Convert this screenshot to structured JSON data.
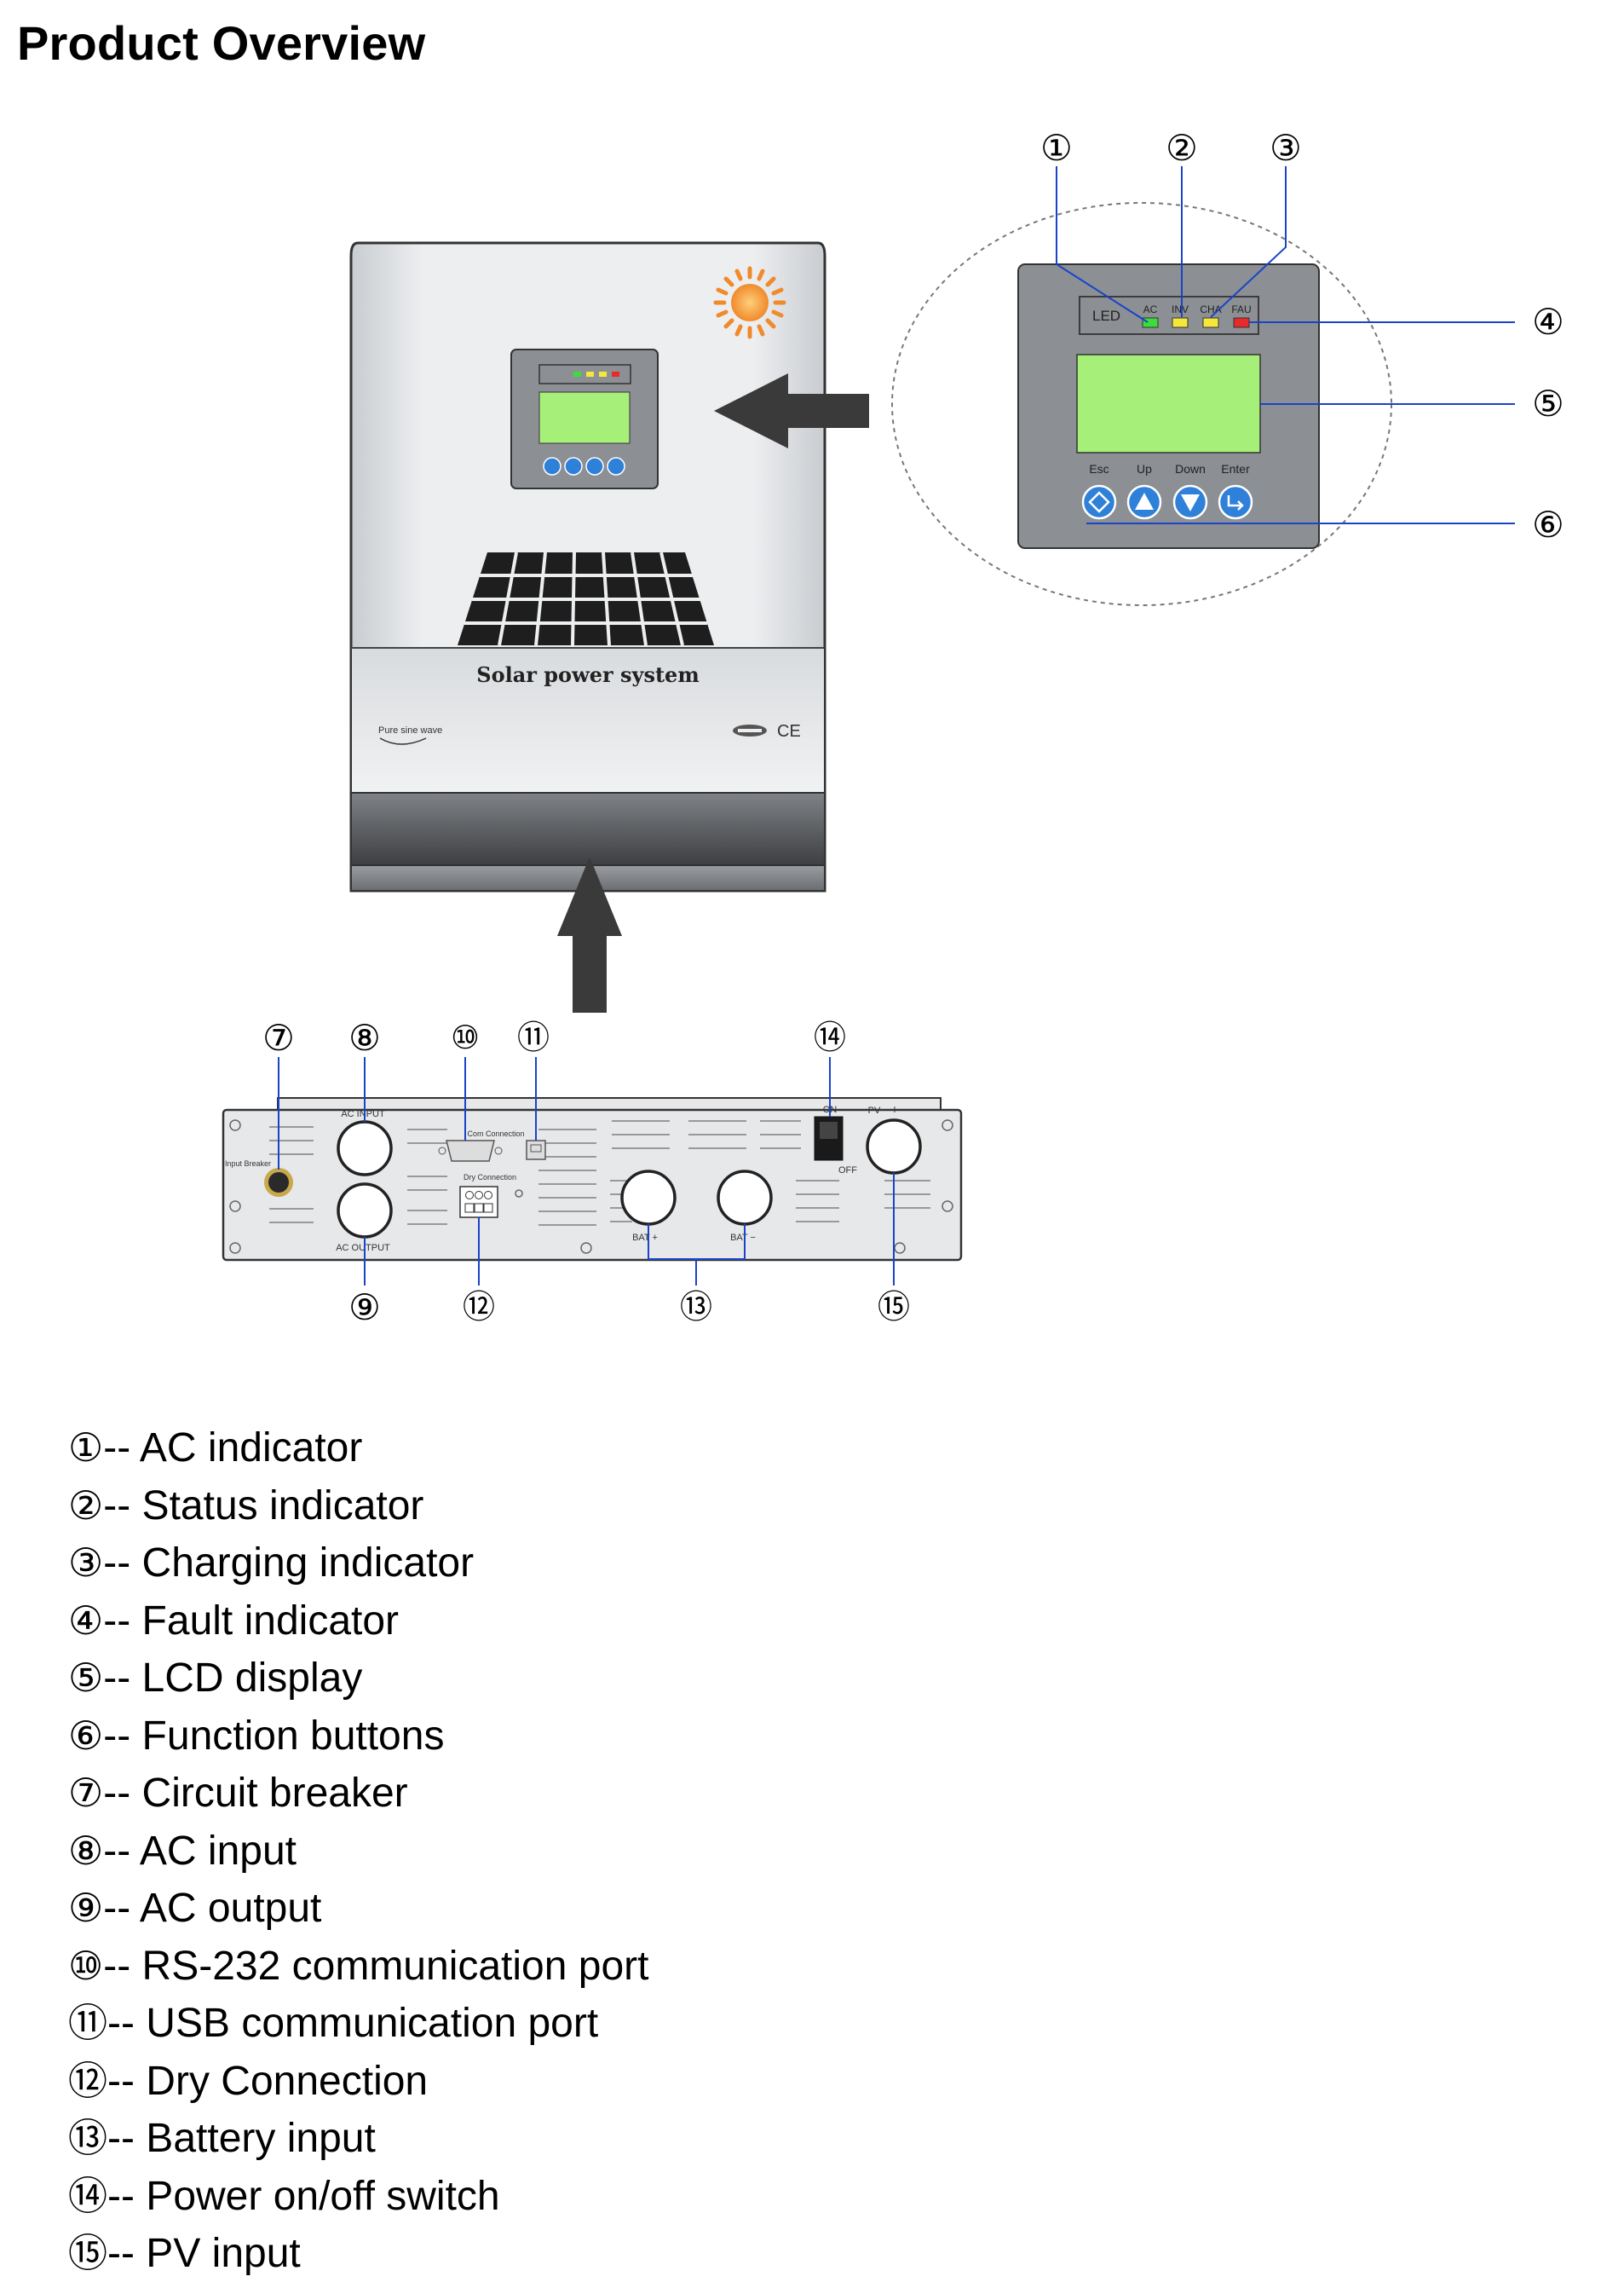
{
  "page": {
    "title": "Product Overview"
  },
  "front_panel": {
    "brand_text": "Solar power system",
    "wave_label": "Pure sine wave",
    "ce_mark": "CE",
    "sun_icon": "sun-icon",
    "solar_panel_icon": "solar-panel-icon"
  },
  "display": {
    "led_label": "LED",
    "indicators": [
      {
        "label": "AC",
        "color": "#3ddc3d"
      },
      {
        "label": "INV",
        "color": "#f5e83a"
      },
      {
        "label": "CHA",
        "color": "#f5e83a"
      },
      {
        "label": "FAU",
        "color": "#e82a2a"
      }
    ],
    "lcd_color": "#a6f07a",
    "panel_color": "#8c8f93",
    "button_color": "#2f80d8",
    "buttons": [
      {
        "label": "Esc",
        "icon": "diamond-icon"
      },
      {
        "label": "Up",
        "icon": "triangle-up-icon"
      },
      {
        "label": "Down",
        "icon": "triangle-down-icon"
      },
      {
        "label": "Enter",
        "icon": "enter-arrow-icon"
      }
    ]
  },
  "bottom_panel": {
    "input_breaker_label": "Input Breaker",
    "ac_input_label": "AC INPUT",
    "ac_output_label": "AC OUTPUT",
    "com_label": "Com Connection",
    "dry_label": "Dry Connection",
    "switch_on_label": "ON",
    "switch_off_label": "OFF",
    "pv_label": "PV",
    "pv_plus": "+",
    "pv_minus": "−",
    "bat_plus_label": "BAT +",
    "bat_minus_label": "BAT −"
  },
  "callouts": [
    "①",
    "②",
    "③",
    "④",
    "⑤",
    "⑥",
    "⑦",
    "⑧",
    "⑨",
    "⑩",
    "⑪",
    "⑫",
    "⑬",
    "⑭",
    "⑮"
  ],
  "legend": [
    {
      "num": "①",
      "text": "-- AC indicator"
    },
    {
      "num": "②",
      "text": "-- Status indicator"
    },
    {
      "num": "③",
      "text": "-- Charging indicator"
    },
    {
      "num": "④",
      "text": "-- Fault indicator"
    },
    {
      "num": "⑤",
      "text": "-- LCD display"
    },
    {
      "num": "⑥",
      "text": "-- Function buttons"
    },
    {
      "num": "⑦",
      "text": "-- Circuit breaker"
    },
    {
      "num": "⑧",
      "text": "-- AC input"
    },
    {
      "num": "⑨",
      "text": "-- AC output"
    },
    {
      "num": "⑩",
      "text": "-- RS-232 communication port"
    },
    {
      "num": "⑪",
      "text": "-- USB communication port"
    },
    {
      "num": "⑫",
      "text": "-- Dry Connection"
    },
    {
      "num": "⑬",
      "text": "-- Battery input"
    },
    {
      "num": "⑭",
      "text": "-- Power on/off switch"
    },
    {
      "num": "⑮",
      "text": "-- PV input"
    }
  ]
}
